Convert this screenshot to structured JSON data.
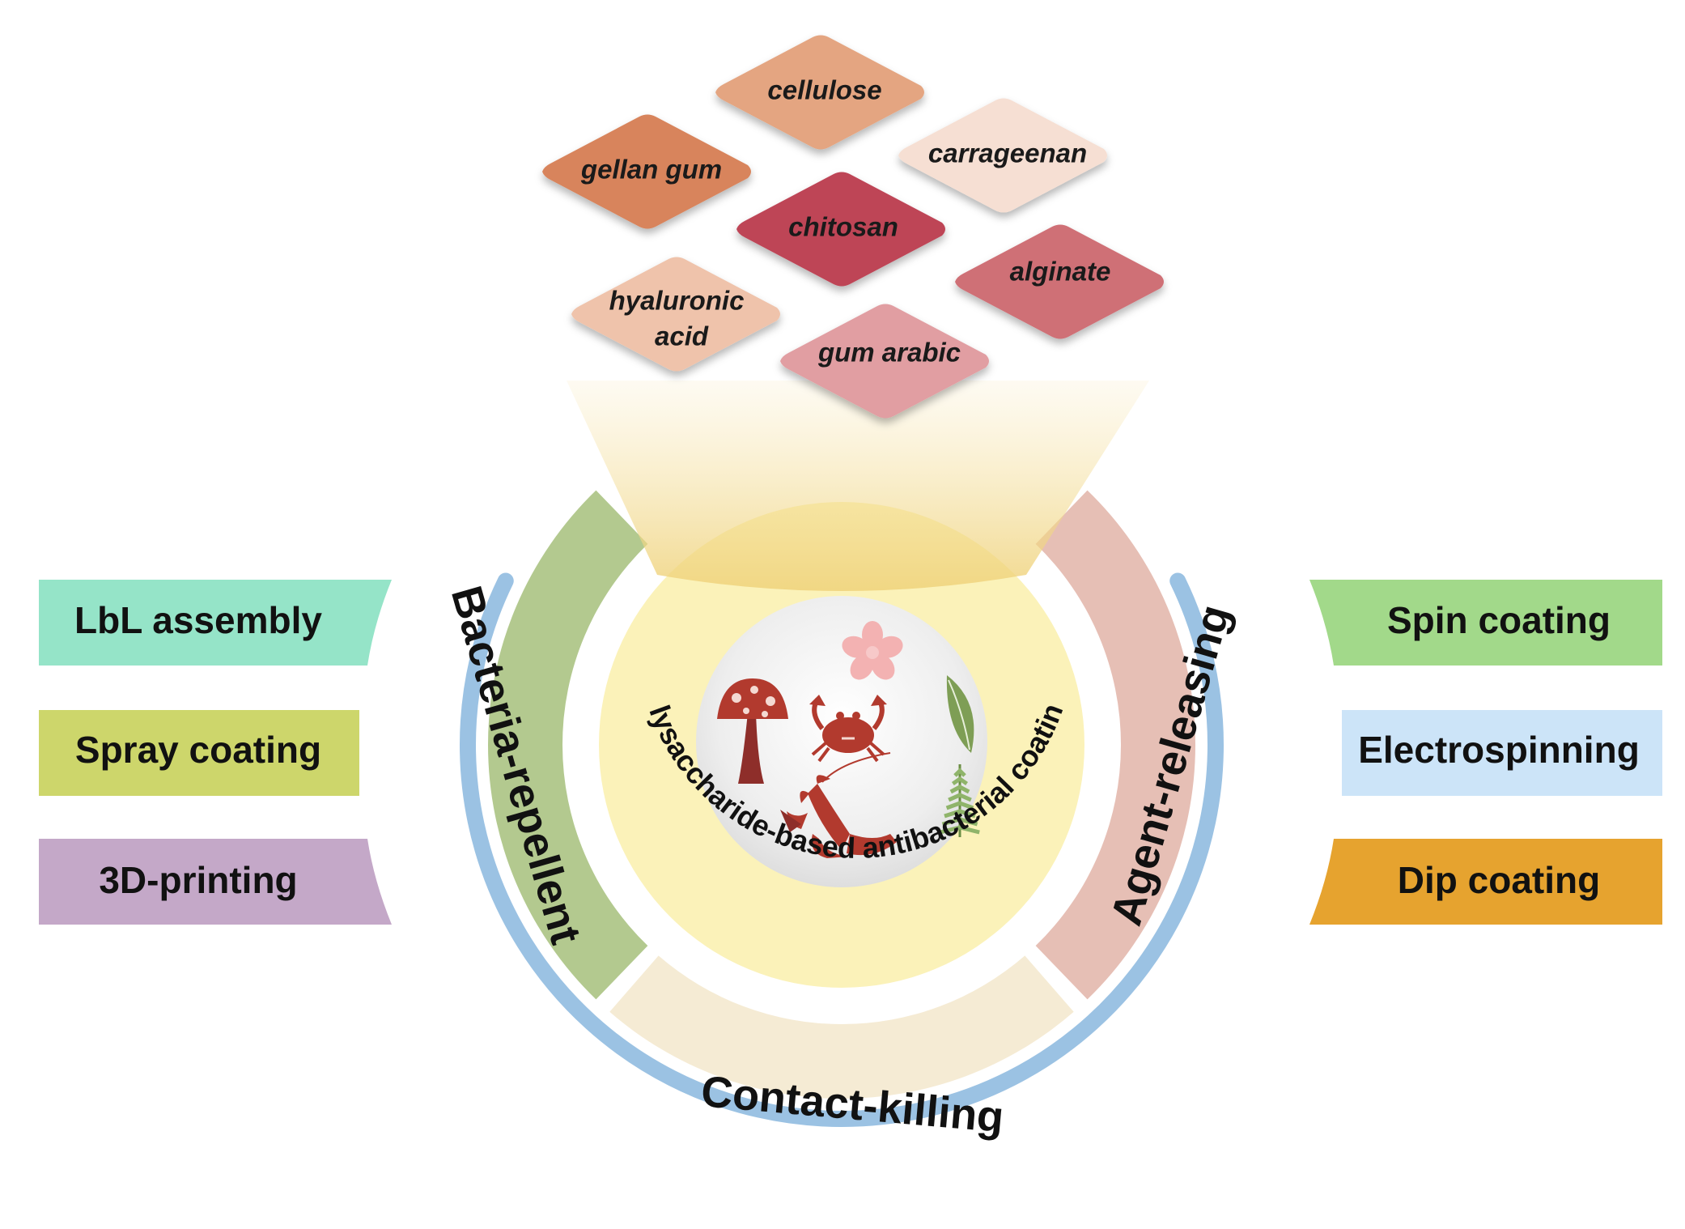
{
  "polysaccharides": [
    {
      "id": "cellulose",
      "lines": [
        "cellulose"
      ],
      "color": "#E4A581"
    },
    {
      "id": "carrageenan",
      "lines": [
        "carrageenan"
      ],
      "color": "#F6DFD3"
    },
    {
      "id": "gellan-gum",
      "lines": [
        "gellan gum"
      ],
      "color": "#D8845B"
    },
    {
      "id": "chitosan",
      "lines": [
        "chitosan"
      ],
      "color": "#BE4456"
    },
    {
      "id": "alginate",
      "lines": [
        "alginate"
      ],
      "color": "#CF6F76"
    },
    {
      "id": "hyaluronic-acid",
      "lines": [
        "hyaluronic",
        "acid"
      ],
      "color": "#EFC3AB"
    },
    {
      "id": "gum-arabic",
      "lines": [
        "gum arabic"
      ],
      "color": "#E19EA2"
    }
  ],
  "center_label": "polysaccharide-based antibacterial coatings",
  "strategies": {
    "left": {
      "label": "Bacteria-repellent",
      "color": "#B3C98F"
    },
    "right": {
      "label": "Agent-releasing",
      "color": "#E6BFB5"
    },
    "bottom": {
      "label": "Contact-killing",
      "color": "#F5EBD4"
    }
  },
  "methods_left": [
    {
      "label": "LbL assembly",
      "color": "#95E4C8"
    },
    {
      "label": "Spray coating",
      "color": "#CDD66B"
    },
    {
      "label": "3D-printing",
      "color": "#C4A8C8"
    }
  ],
  "methods_right": [
    {
      "label": "Spin coating",
      "color": "#A2D98A"
    },
    {
      "label": "Electrospinning",
      "color": "#CCE4F8"
    },
    {
      "label": "Dip coating",
      "color": "#E6A32F"
    }
  ],
  "colors": {
    "outer_ring": "#9BC2E3",
    "yellow_disc": "#FBF2B9",
    "icon_red": "#B23A2E",
    "icon_pink": "#F3B2B2",
    "icon_green": "#7E9E55"
  },
  "icons": [
    "mushroom-icon",
    "flower-icon",
    "crab-icon",
    "leaf-icon",
    "crayfish-icon",
    "fern-icon"
  ]
}
